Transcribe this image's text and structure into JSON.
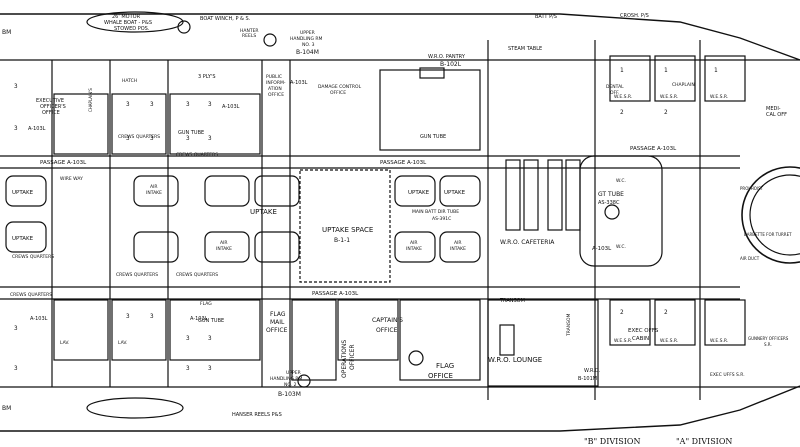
{
  "drawing": {
    "division_labels": [
      "\"B\" DIVISION",
      "\"A\" DIVISION"
    ],
    "top_notes": {
      "motor_boat": [
        "26' MOTOR",
        "WHALE BOAT - P&S",
        "STOWED POS."
      ],
      "boat_winch": "BOAT WINCH, P & S.",
      "crosh": "CROSH. P/S",
      "batt": "BATT P/S",
      "hantern": [
        "HANTER",
        "REELS"
      ]
    },
    "rooms": {
      "bm_top": "BM",
      "bm_bot": "BM",
      "exec_off": [
        "EXECUTIVE",
        "OFFICER'S",
        "OFFICE"
      ],
      "chaplain": [
        "CHAPLAIN'S",
        "OFFICE"
      ],
      "a103l_1": "A-103L",
      "a103l_2": "A-103L",
      "a103l_3": "A-103L",
      "a103l_4": "A-103L",
      "a103l_5": "A-103L",
      "plys": "3 PLY'S",
      "gun_tube_1": "GUN TUBE",
      "gun_tube_2": "GUN TUBE",
      "gun_tube_3": "GUN TUBE",
      "crews_q1": "CREWS QUARTERS",
      "crews_q2": "CREWS QUARTERS",
      "crews_q3": "CREWS QUARTERS",
      "crews_q4": "CREWS QUARTERS",
      "crews_q5": "CREWS QUARTERS",
      "crews_q6": "CREWS QUARTERS",
      "public_info": [
        "PUBLIC",
        "INFORM-",
        "ATION",
        "OFFICE"
      ],
      "damage_control": [
        "DAMAGE CONTROL",
        "OFFICE"
      ],
      "upper_handling_1": [
        "UPPER",
        "HANDLING RM",
        "NO. 3"
      ],
      "b104m": "B-104M",
      "wro_pantry": [
        "W.R.O. PANTRY",
        "B-102L"
      ],
      "steam_table": "STEAM TABLE",
      "passage_1": "PASSAGE A-103L",
      "passage_2": "PASSAGE A-103L",
      "passage_3": "PASSAGE A-103L",
      "passage_4": "PASSAGE A-103L",
      "uptake_1": "UPTAKE",
      "uptake_2": "UPTAKE",
      "uptake_3": "UPTAKE",
      "uptake_4": "UPTAKE",
      "uptake_main": "UPTAKE",
      "uptake_space": [
        "UPTAKE SPACE",
        "B-1-1"
      ],
      "air_intake_1": [
        "AIR",
        "INTAKE"
      ],
      "air_intake_2": [
        "AIR",
        "INTAKE"
      ],
      "air_intake_3": [
        "AIR",
        "INTAKE"
      ],
      "air_intake_4": [
        "AIR",
        "INTAKE"
      ],
      "main_batt": "MAIN BATT DIR TUBE",
      "as391c": "AS-391C",
      "wro_cafeteria": [
        "W.R.O. CAFETERIA",
        "A-103L"
      ],
      "gt_tube": [
        "GT TUBE",
        "AS-338C"
      ],
      "wire_way": "WIRE WAY",
      "flag_mail": [
        "FLAG",
        "MAIL",
        "OFFICE"
      ],
      "operations_officer": [
        "OPERATIONS",
        "OFFICER"
      ],
      "captains_office": [
        "CAPTAIN'S",
        "OFFICE"
      ],
      "flag_office": [
        "FLAG",
        "OFFICE"
      ],
      "wro_lounge": "W.R.O. LOUNGE",
      "transom_1": "TRANSOM",
      "transom_2": "TRANSOM",
      "exec_offs_cabin": [
        "EXEC OFFS",
        "CABIN"
      ],
      "dental": [
        "DENTAL",
        "OFF."
      ],
      "chaplain_2": "CHAPLAIN",
      "medical": [
        "MEDI-",
        "CAL OFF"
      ],
      "upper_handling_2": [
        "UPPER",
        "HANDLING RM",
        "NO. 2"
      ],
      "b103m": "B-103M",
      "b101m": [
        "W.R.O.",
        "B-101M"
      ],
      "wesr_labels": [
        "W.E.S.R.",
        "W.E.S.R.",
        "W.E.S.R.",
        "W.E.S.R.",
        "W.E.S.R.",
        "W.E.S.R."
      ],
      "wc_1": "W.C.",
      "wc_2": "W.C.",
      "lav_1": "LAV.",
      "lav_2": "LAV.",
      "hatch": "HATCH",
      "flag_off_b": "FLAG",
      "gunnery": [
        "GUNNERY OFFICERS",
        "S.R."
      ],
      "exec_off_sr": [
        "EXEC UFFS S.R."
      ],
      "barbette": "BARBETTE FOR TURRET",
      "proj_hoist": "PROJ HOIST",
      "air_duct": "AIR DUCT",
      "hanser_reels": "HANSER REELS P&S"
    },
    "bunk_numbers": [
      "3",
      "3",
      "3",
      "3",
      "3",
      "3",
      "3",
      "3",
      "3",
      "3",
      "2",
      "2",
      "2",
      "2",
      "1",
      "1",
      "1",
      "3",
      "3",
      "3",
      "3",
      "3",
      "3",
      "3",
      "3"
    ]
  }
}
